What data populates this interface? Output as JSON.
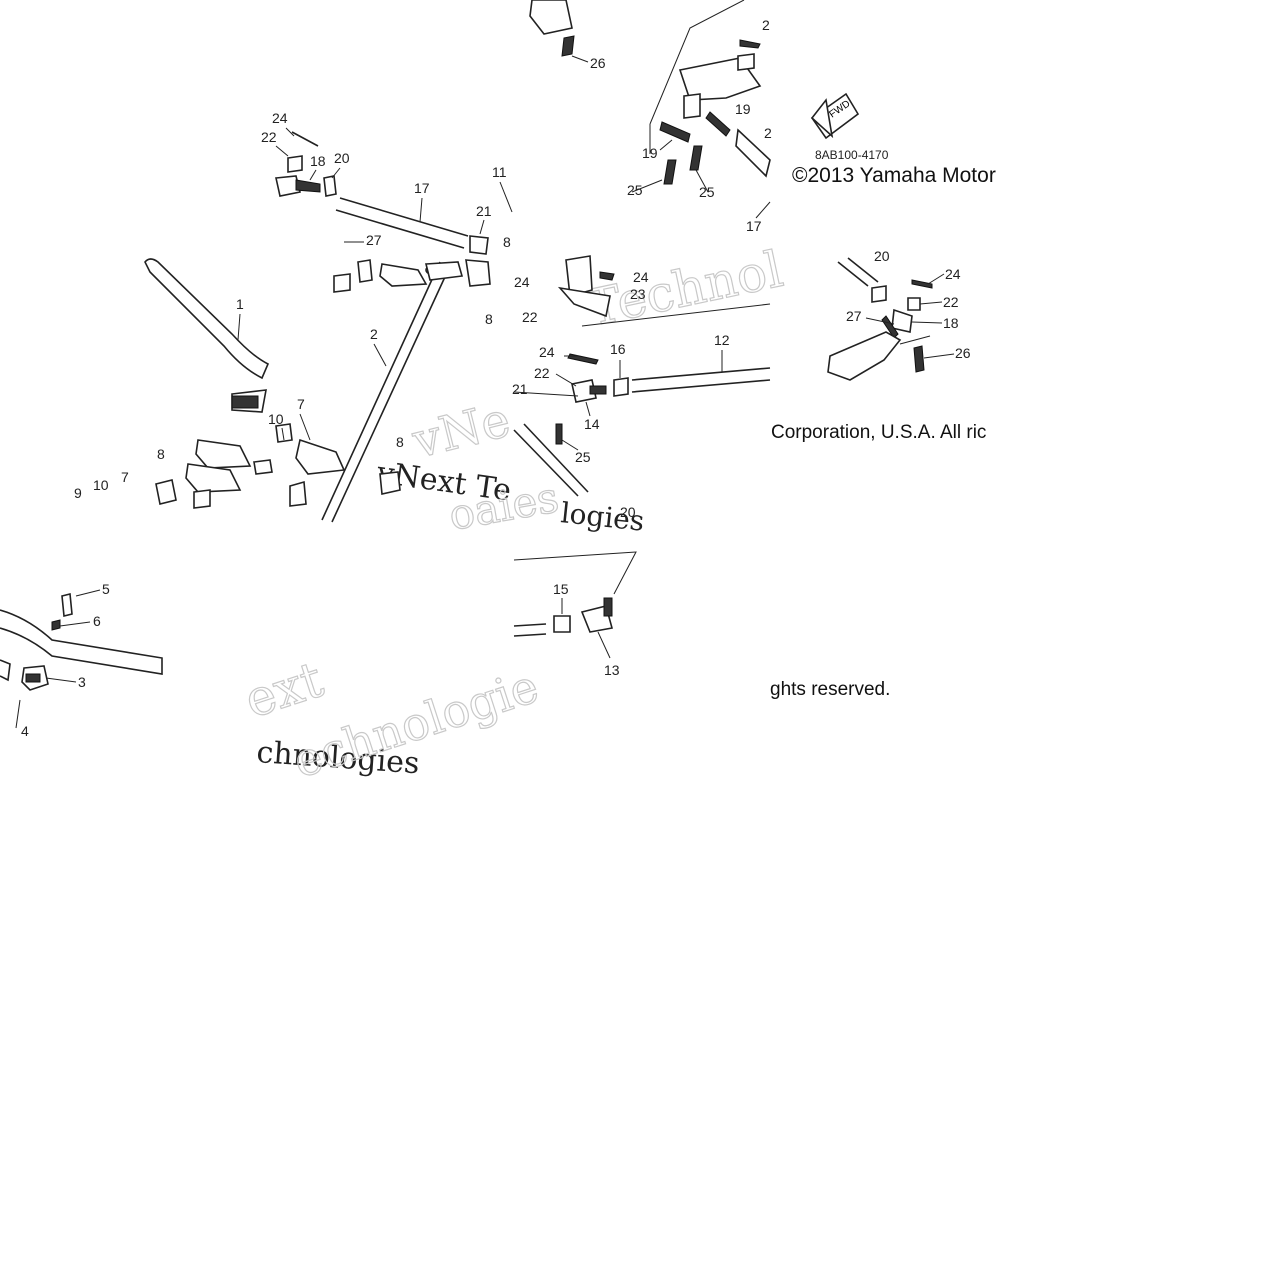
{
  "diagram": {
    "part_code": "8AB100-4170",
    "fwd_label": "FWD",
    "copyright_line1": "©2013 Yamaha Motor",
    "copyright_line2": "Corporation, U.S.A. All ric",
    "copyright_line3": "ghts reserved.",
    "watermark_lines": [
      "Technol",
      "vNext Te",
      "vNe",
      "chnologies",
      "echnologie",
      "ext",
      "chnologie",
      "logies",
      "oaies"
    ],
    "callouts": [
      {
        "id": "c24a",
        "text": "24"
      },
      {
        "id": "c22a",
        "text": "22"
      },
      {
        "id": "c18a",
        "text": "18"
      },
      {
        "id": "c20a",
        "text": "20"
      },
      {
        "id": "c17a",
        "text": "17"
      },
      {
        "id": "c11",
        "text": "11"
      },
      {
        "id": "c21a",
        "text": "21"
      },
      {
        "id": "c8a",
        "text": "8"
      },
      {
        "id": "c27a",
        "text": "27"
      },
      {
        "id": "c8b",
        "text": "8"
      },
      {
        "id": "c22b",
        "text": "22"
      },
      {
        "id": "c24b",
        "text": "24"
      },
      {
        "id": "c1",
        "text": "1"
      },
      {
        "id": "c2",
        "text": "2"
      },
      {
        "id": "c10a",
        "text": "10"
      },
      {
        "id": "c7a",
        "text": "7"
      },
      {
        "id": "c8c",
        "text": "8"
      },
      {
        "id": "c8d",
        "text": "8"
      },
      {
        "id": "c9",
        "text": "9"
      },
      {
        "id": "c10b",
        "text": "10"
      },
      {
        "id": "c7b",
        "text": "7"
      },
      {
        "id": "c5",
        "text": "5"
      },
      {
        "id": "c6",
        "text": "6"
      },
      {
        "id": "c3",
        "text": "3"
      },
      {
        "id": "c4",
        "text": "4"
      },
      {
        "id": "c26a",
        "text": "26"
      },
      {
        "id": "c2b",
        "text": "2"
      },
      {
        "id": "c19a",
        "text": "19"
      },
      {
        "id": "c19b",
        "text": "19"
      },
      {
        "id": "c2c",
        "text": "2"
      },
      {
        "id": "c25a",
        "text": "25"
      },
      {
        "id": "c25b",
        "text": "25"
      },
      {
        "id": "c17b",
        "text": "17"
      },
      {
        "id": "c24c",
        "text": "24"
      },
      {
        "id": "c23",
        "text": "23"
      },
      {
        "id": "c24d",
        "text": "24"
      },
      {
        "id": "c16",
        "text": "16"
      },
      {
        "id": "c12",
        "text": "12"
      },
      {
        "id": "c22c",
        "text": "22"
      },
      {
        "id": "c21b",
        "text": "21"
      },
      {
        "id": "c14",
        "text": "14"
      },
      {
        "id": "c25c",
        "text": "25"
      },
      {
        "id": "c20b",
        "text": "20"
      },
      {
        "id": "c15",
        "text": "15"
      },
      {
        "id": "c13",
        "text": "13"
      },
      {
        "id": "c20c",
        "text": "20"
      },
      {
        "id": "c24e",
        "text": "24"
      },
      {
        "id": "c22d",
        "text": "22"
      },
      {
        "id": "c27b",
        "text": "27"
      },
      {
        "id": "c18b",
        "text": "18"
      },
      {
        "id": "c26b",
        "text": "26"
      }
    ]
  }
}
